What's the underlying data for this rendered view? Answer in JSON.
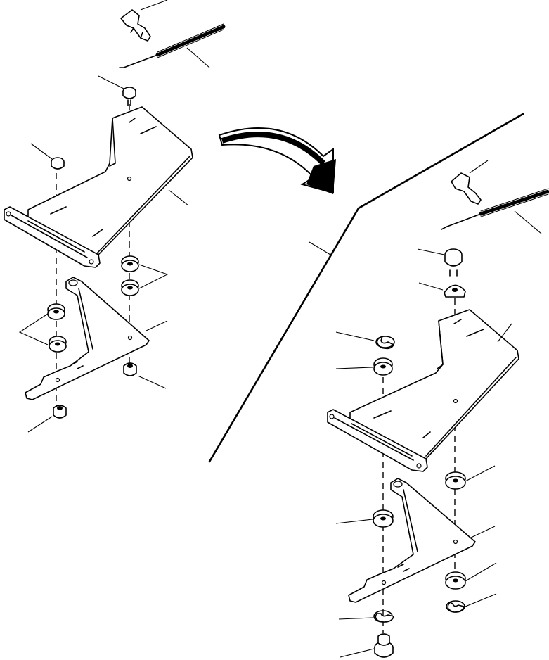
{
  "diagram": {
    "kind": "exploded-parts-view",
    "line_color": "#000000",
    "background": "#ffffff",
    "views": [
      {
        "name": "before-view",
        "position": "left"
      },
      {
        "name": "after-view",
        "position": "right"
      }
    ],
    "transition": {
      "icon": "curved-arrow-icon",
      "direction": "left-to-right"
    }
  }
}
